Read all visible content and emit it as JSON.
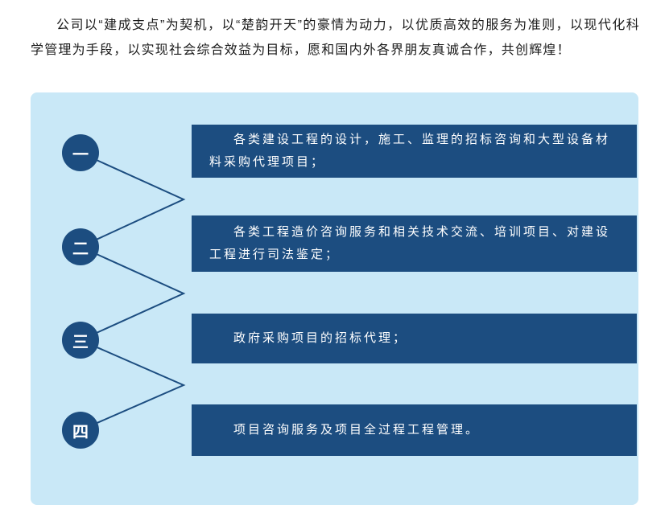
{
  "intro": {
    "text": "公司以“建成支点”为契机，以“楚韵开天”的豪情为动力，以优质高效的服务为准则，以现代化科学管理为手段，以实现社会综合效益为目标，愿和国内外各界朋友真诚合作，共创辉煌！"
  },
  "panel": {
    "items": [
      {
        "number": "一",
        "text": "各类建设工程的设计，施工、监理的招标咨询和大型设备材料采购代理项目；"
      },
      {
        "number": "二",
        "text": "各类工程造价咨询服务和相关技术交流、培训项目、对建设工程进行司法鉴定；"
      },
      {
        "number": "三",
        "text": "政府采购项目的招标代理；"
      },
      {
        "number": "四",
        "text": "项目咨询服务及项目全过程工程管理。"
      }
    ]
  },
  "colors": {
    "panel_bg": "#c9e8f7",
    "dark_blue": "#1c4d80",
    "box_text": "#ffffff"
  }
}
